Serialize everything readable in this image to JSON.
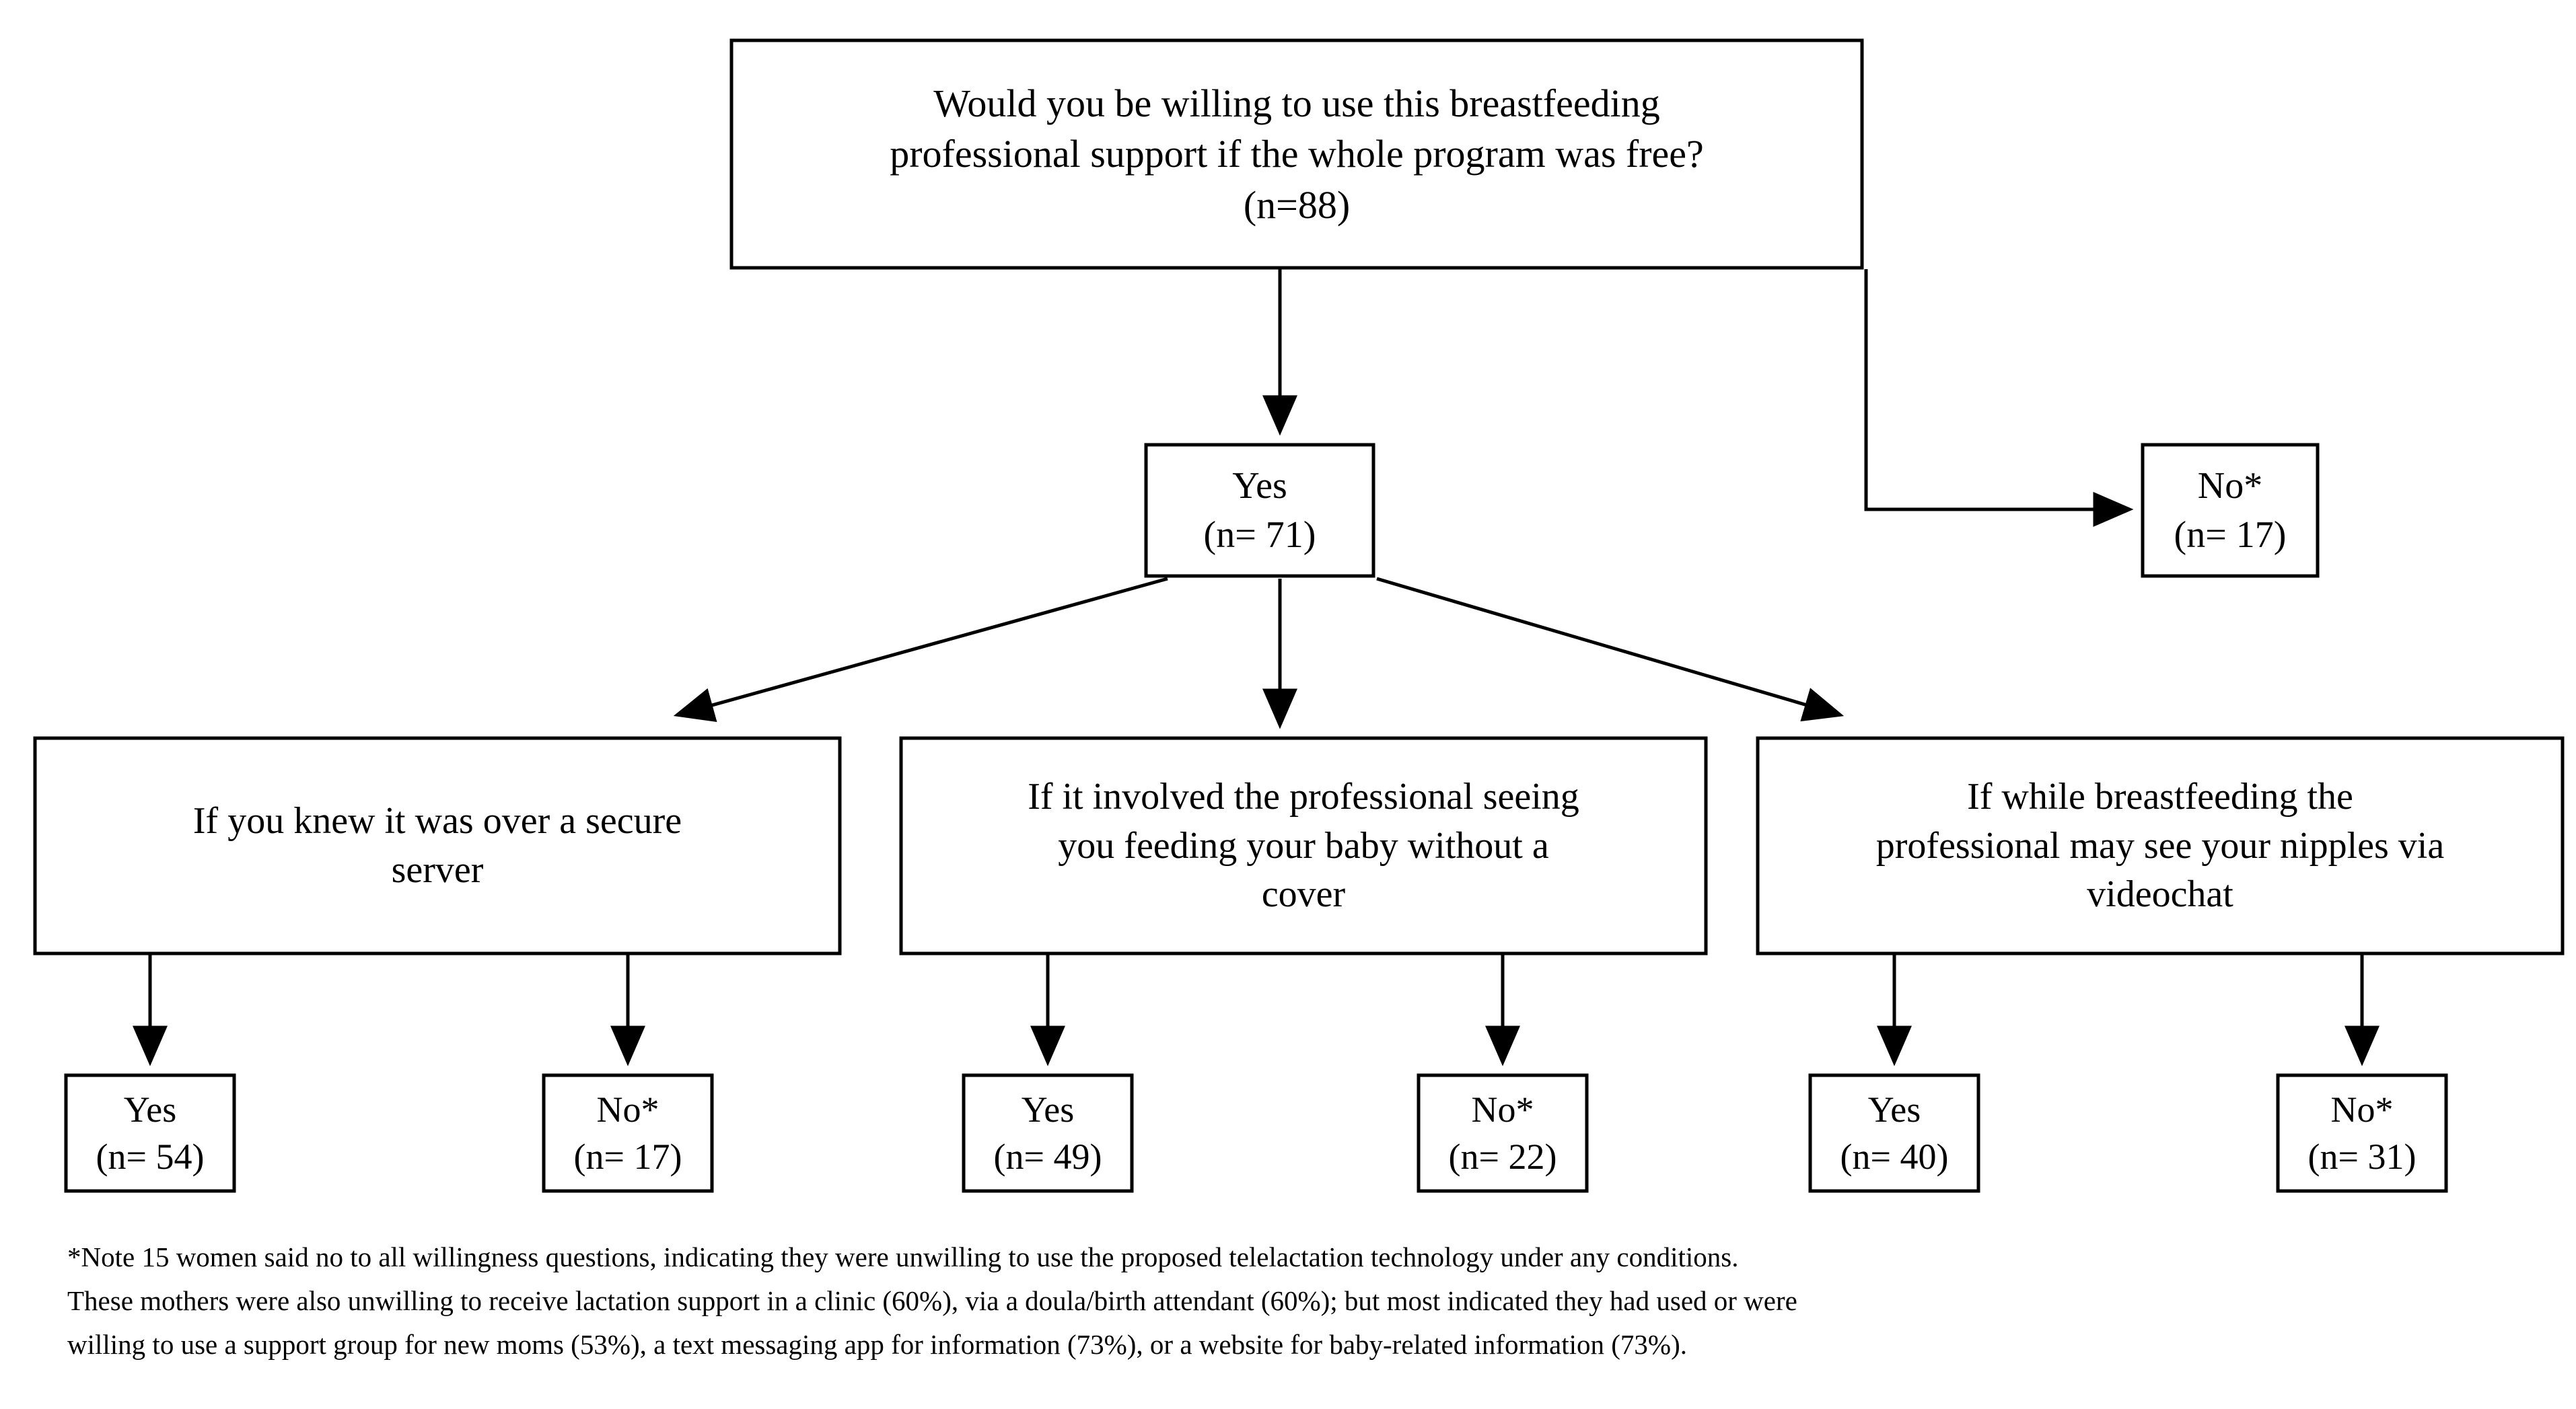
{
  "diagram": {
    "type": "flowchart",
    "title_node": {
      "name": "root-question",
      "lines": [
        "Would you be willing  to use this breastfeeding",
        "professional support if the whole program was free?",
        "(n=88)"
      ]
    },
    "level1": {
      "yes": {
        "lines": [
          "Yes",
          "(n= 71)"
        ]
      },
      "no": {
        "lines": [
          "No*",
          "(n= 17)"
        ]
      }
    },
    "level2": [
      {
        "lines": [
          "If you knew it was over a secure",
          "server"
        ]
      },
      {
        "lines": [
          "If it involved the professional seeing",
          "you feeding your baby without a",
          "cover"
        ]
      },
      {
        "lines": [
          "If while breastfeeding the",
          "professional may see your nipples via",
          "videochat"
        ]
      }
    ],
    "level3": [
      {
        "lines": [
          "Yes",
          "(n= 54)"
        ]
      },
      {
        "lines": [
          "No*",
          "(n= 17)"
        ]
      },
      {
        "lines": [
          "Yes",
          "(n= 49)"
        ]
      },
      {
        "lines": [
          "No*",
          "(n= 22)"
        ]
      },
      {
        "lines": [
          "Yes",
          "(n= 40)"
        ]
      },
      {
        "lines": [
          "No*",
          "(n= 31)"
        ]
      }
    ],
    "footnote": {
      "lines": [
        "*Note 15 women said no to all willingness  questions, indicating  they were unwilling  to use the proposed telelactation  technology under any conditions.",
        "These mothers were also unwilling  to receive  lactation support in a clinic (60%), via a doula/birth attendant (60%); but most indicated they had used or were",
        "willing  to use a support group for new moms (53%), a text messaging  app for information (73%), or a website for baby-related information (73%)."
      ]
    },
    "colors": {
      "stroke": "#000000",
      "fill": "#ffffff",
      "text": "#000000"
    }
  }
}
